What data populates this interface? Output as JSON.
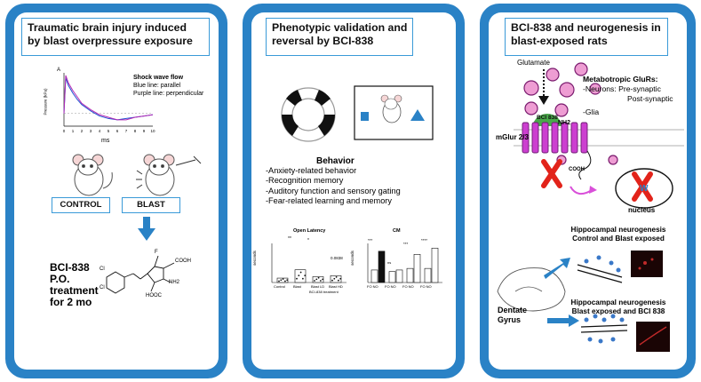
{
  "panel1": {
    "title_line1": "Traumatic brain injury induced",
    "title_line2": "by blast overpressure exposure",
    "plot_label": "A",
    "legend_title": "Shock wave flow",
    "legend_blue": "Blue line: parallel",
    "legend_purple": "Purple line: perpendicular",
    "y_axis_label": "Pressure (kPa)",
    "x_axis_label": "ms",
    "x_ticks": [
      "0",
      "1",
      "2",
      "3",
      "4",
      "5",
      "6",
      "7",
      "8",
      "9",
      "10"
    ],
    "control_label": "CONTROL",
    "blast_label": "BLAST",
    "compound_line1": "BCI-838",
    "compound_line2": "P.O.",
    "compound_line3": "treatment",
    "compound_line4": "for 2 mo",
    "chem_cooh": "COOH",
    "chem_hooc": "HOOC",
    "chem_nh2": "NH2",
    "chem_f": "F",
    "chem_cl": "Cl"
  },
  "panel2": {
    "title_line1": "Phenotypic validation and",
    "title_line2": "reversal by BCI-838",
    "behavior_title": "Behavior",
    "behavior_items": [
      "-Anxiety-related behavior",
      "-Recognition memory",
      "-Auditory function and sensory gating",
      "-Fear-related learning and memory"
    ],
    "chart1_title": "Open Latency",
    "chart1_ylabel": "seconds",
    "chart1_xlabels": [
      "Control",
      "Blast",
      "Blast LD",
      "Blast HD"
    ],
    "chart1_group_label": "BCI-838 treatment",
    "chart1_sig1": "**",
    "chart1_sig2": "*",
    "chart1_pval": "0.0838",
    "chart2_title": "CM",
    "chart2_ylabel": "seconds",
    "chart2_xlabels": [
      "FO NO",
      "FO NO",
      "FO NO",
      "FO NO"
    ],
    "chart2_sig": [
      "***",
      "ns",
      "***",
      "****"
    ]
  },
  "panel3": {
    "title_line1": "BCI-838 and neurogenesis in",
    "title_line2": "blast-exposed rats",
    "glutamate_label": "Glutamate",
    "mglur_title": "Metabotropic GluRs:",
    "mglur_line1": "-Neurons: Pre-synaptic",
    "mglur_line2": "Post-synaptic",
    "mglur_line3": "-Glia",
    "bci_label": "BCI 838",
    "nh2_label": "NH2",
    "receptor_label": "mGlur 2/3",
    "cooh_label": "COOH",
    "nucleus_label": "nucleus",
    "w_label": "W",
    "neuro1_line1": "Hippocampal neurogenesis",
    "neuro1_line2": "Control and Blast exposed",
    "neuro2_line1": "Hippocampal neurogenesis",
    "neuro2_line2": "Blast exposed and BCI 838",
    "dentate_line1": "Dentate",
    "dentate_line2": "Gyrus"
  },
  "chart_data": [
    {
      "type": "line",
      "title": "Shock wave flow",
      "xlabel": "ms",
      "ylabel": "Pressure (kPa)",
      "xlim": [
        0,
        10
      ],
      "series": [
        {
          "name": "Blue line: parallel",
          "x": [
            0,
            0.2,
            0.5,
            1,
            1.5,
            2,
            3,
            4,
            5,
            6,
            7,
            8,
            9,
            10
          ],
          "y": [
            0,
            28,
            22,
            16,
            11,
            7,
            2,
            -2,
            -4,
            -5,
            -4,
            -3,
            -2,
            -1
          ]
        },
        {
          "name": "Purple line: perpendicular",
          "x": [
            0,
            0.2,
            0.5,
            1,
            1.5,
            2,
            3,
            4,
            5,
            6,
            7,
            8,
            9,
            10
          ],
          "y": [
            0,
            30,
            24,
            18,
            13,
            8,
            3,
            -1,
            -3,
            -5,
            -5,
            -3,
            -2,
            -1
          ]
        }
      ]
    },
    {
      "type": "bar",
      "title": "Open Latency",
      "ylabel": "seconds",
      "categories": [
        "Control",
        "Blast",
        "Blast LD",
        "Blast HD"
      ],
      "values": [
        45,
        130,
        60,
        70
      ],
      "ylim": [
        0,
        400
      ]
    },
    {
      "type": "bar",
      "title": "CM",
      "ylabel": "seconds",
      "categories": [
        "FO",
        "NO",
        "FO",
        "NO",
        "FO",
        "NO",
        "FO",
        "NO"
      ],
      "values": [
        8,
        20,
        7,
        8,
        9,
        18,
        9,
        22
      ],
      "ylim": [
        0,
        25
      ]
    }
  ]
}
